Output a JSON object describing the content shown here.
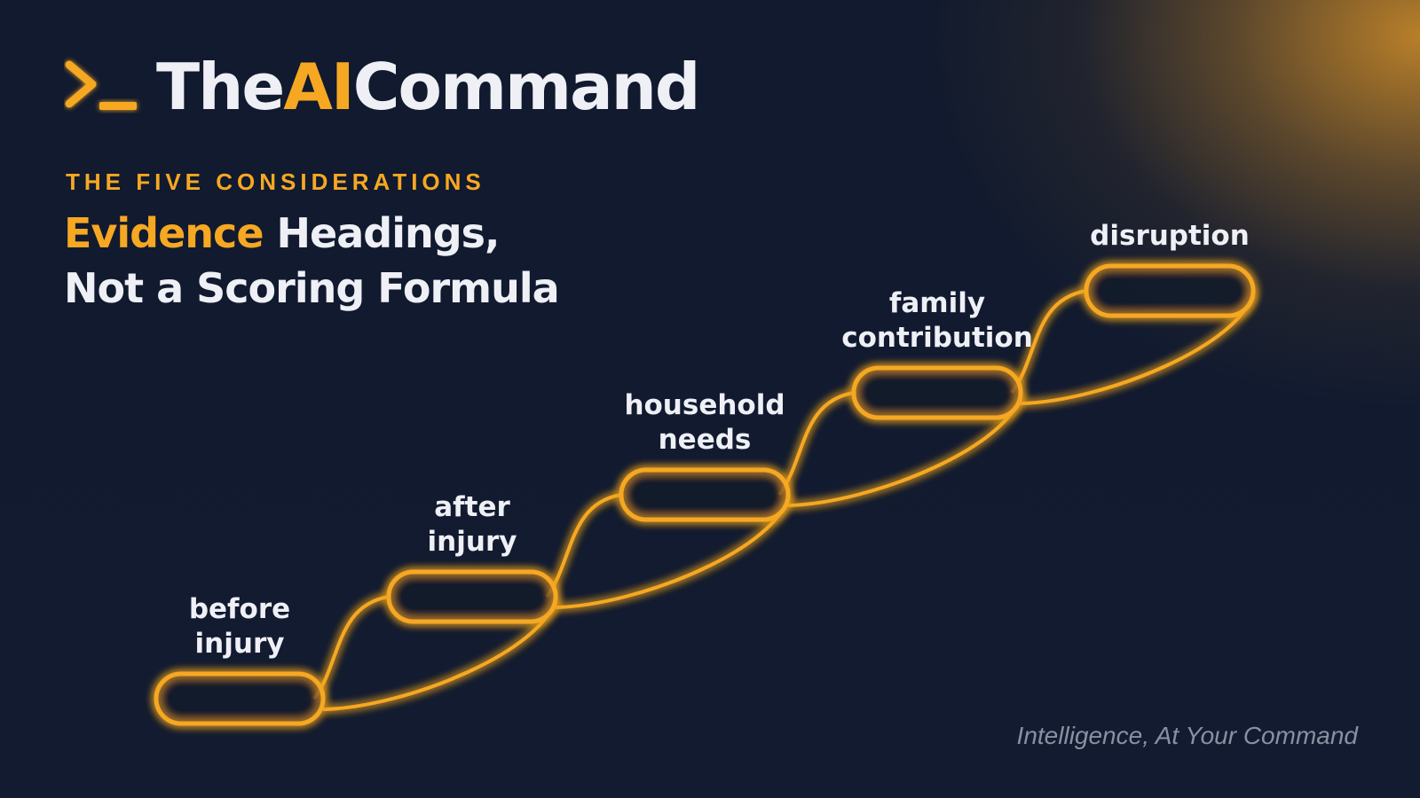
{
  "brand": {
    "name_part1": "The",
    "name_accent": "AI",
    "name_part2": "Command",
    "icon": "terminal-prompt-icon",
    "accent_color": "#f6a823"
  },
  "eyebrow": "THE FIVE CONSIDERATIONS",
  "headline": {
    "accent": "Evidence",
    "line1_rest": " Headings,",
    "line2": "Not a Scoring Formula"
  },
  "steps": [
    {
      "label_lines": [
        "before",
        "injury"
      ]
    },
    {
      "label_lines": [
        "after",
        "injury"
      ]
    },
    {
      "label_lines": [
        "household",
        "needs"
      ]
    },
    {
      "label_lines": [
        "family",
        "contribution"
      ]
    },
    {
      "label_lines": [
        "disruption"
      ]
    }
  ],
  "tagline": "Intelligence, At Your Command"
}
